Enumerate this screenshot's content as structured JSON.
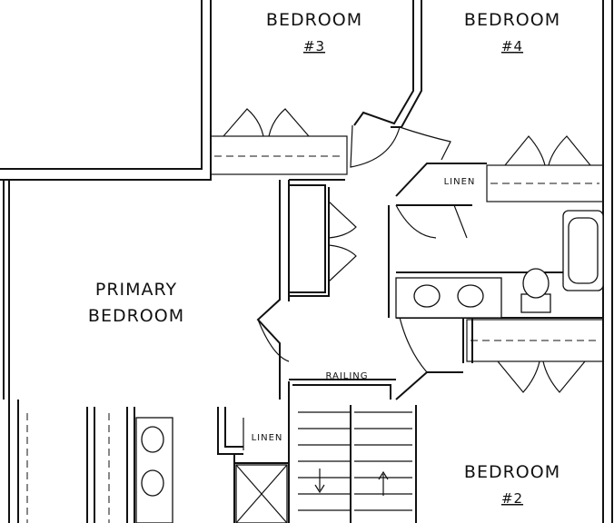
{
  "rooms": {
    "bedroom3": {
      "name": "BEDROOM",
      "number": "#3"
    },
    "bedroom4": {
      "name": "BEDROOM",
      "number": "#4"
    },
    "primary": {
      "line1": "PRIMARY",
      "line2": "BEDROOM"
    },
    "bedroom2": {
      "name": "BEDROOM",
      "number": "#2"
    }
  },
  "labels": {
    "linen_upper": "LINEN",
    "linen_lower": "LINEN",
    "railing": "RAILING"
  }
}
